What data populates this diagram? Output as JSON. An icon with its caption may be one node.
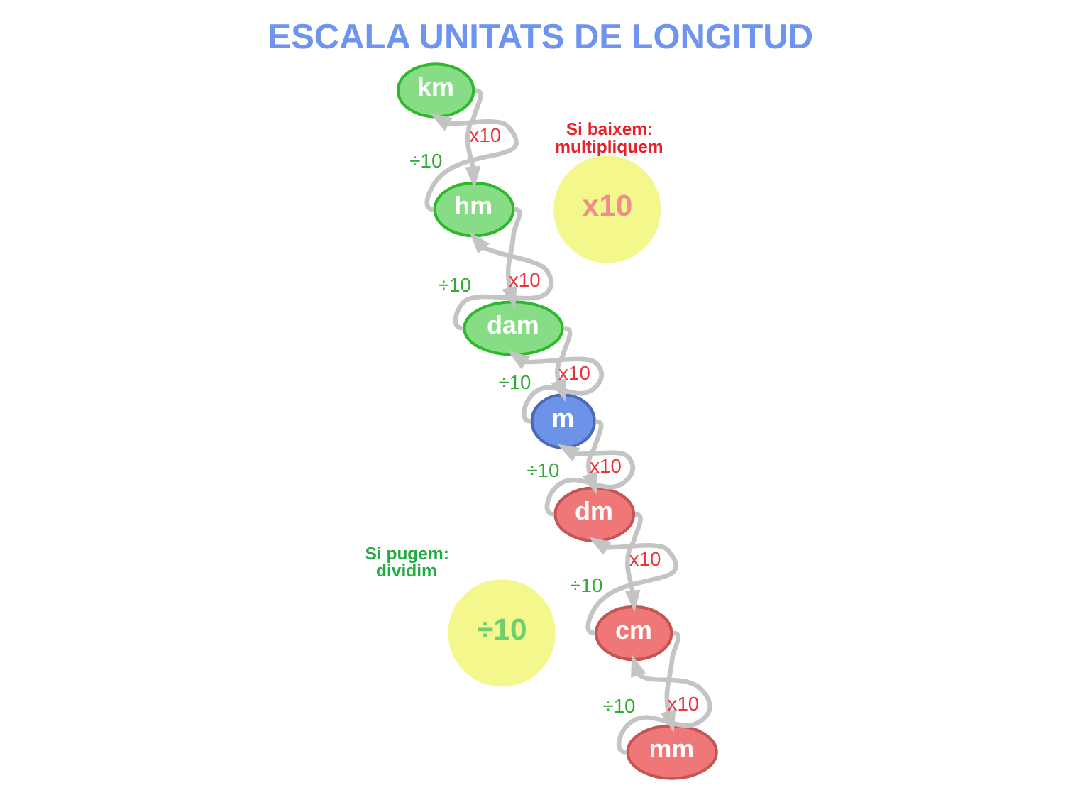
{
  "diagram": {
    "title": "ESCALA UNITATS DE LONGITUD",
    "nodes": [
      {
        "text": [
          "km"
        ]
      },
      {
        "text": [
          "hm"
        ]
      },
      {
        "text": [
          "dam"
        ]
      },
      {
        "text": [
          "m"
        ]
      },
      {
        "text": [
          "dm"
        ]
      },
      {
        "text": [
          "cm"
        ]
      },
      {
        "text": [
          "mm"
        ]
      },
      {
        "text": [
          "x10"
        ],
        "beside": [
          "Si baixem: multipliquem"
        ]
      },
      {
        "text": [
          "÷10"
        ],
        "beside": [
          "Si pugem: dividim"
        ]
      }
    ],
    "edges": [
      {
        "from": 0,
        "to": 1,
        "arrow": "to",
        "label": "x10"
      },
      {
        "from": 1,
        "to": 2,
        "arrow": "to",
        "label": "x10"
      },
      {
        "from": 2,
        "to": 3,
        "arrow": "to",
        "label": "x10"
      },
      {
        "from": 3,
        "to": 4,
        "arrow": "to",
        "label": "x10"
      },
      {
        "from": 4,
        "to": 5,
        "arrow": "to",
        "label": "x10"
      },
      {
        "from": 5,
        "to": 6,
        "arrow": "to",
        "label": "x10"
      },
      {
        "from": 1,
        "to": 0,
        "arrow": "to",
        "label": "÷10"
      },
      {
        "from": 2,
        "to": 1,
        "arrow": "to",
        "label": "÷10"
      },
      {
        "from": 3,
        "to": 2,
        "arrow": "to",
        "label": "÷10"
      },
      {
        "from": 4,
        "to": 3,
        "arrow": "to",
        "label": "÷10"
      },
      {
        "from": 5,
        "to": 4,
        "arrow": "to",
        "label": "÷10"
      },
      {
        "from": 6,
        "to": 5,
        "arrow": "to",
        "label": "÷10"
      }
    ]
  }
}
